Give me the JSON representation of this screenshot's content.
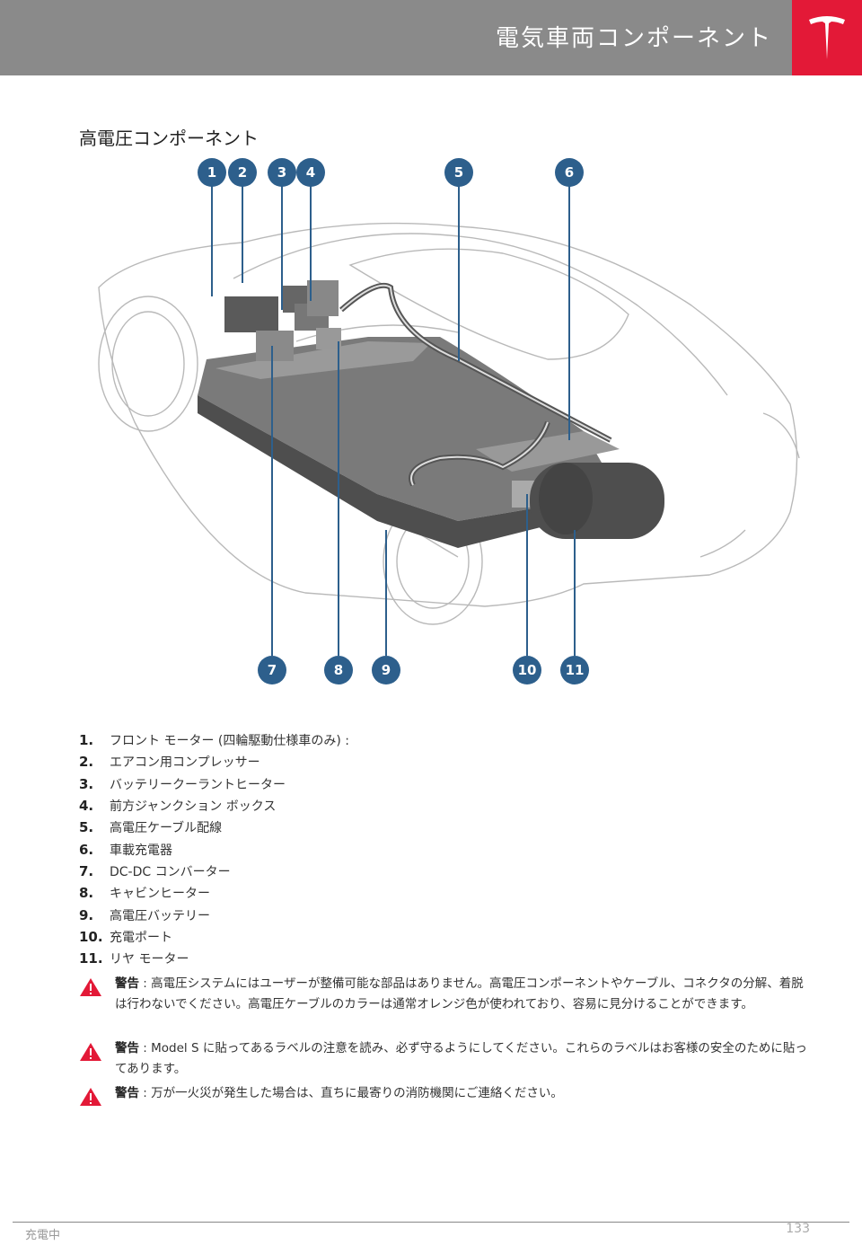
{
  "header": {
    "title": "電気車両コンポーネント",
    "logo": "tesla-logo-icon",
    "accent": "#e31937"
  },
  "section": {
    "title": "高電圧コンポーネント"
  },
  "figure": {
    "badges": [
      "1",
      "2",
      "3",
      "4",
      "5",
      "6",
      "7",
      "8",
      "9",
      "10",
      "11"
    ],
    "badge_color": "#2d5f8c",
    "pack_color": "#6b6b6b"
  },
  "legend": [
    {
      "num": "1.",
      "text": "フロント モーター (四輪駆動仕様車のみ) :"
    },
    {
      "num": "2.",
      "text": "エアコン用コンプレッサー"
    },
    {
      "num": "3.",
      "text": "バッテリークーラントヒーター"
    },
    {
      "num": "4.",
      "text": "前方ジャンクション ボックス"
    },
    {
      "num": "5.",
      "text": "高電圧ケーブル配線"
    },
    {
      "num": "6.",
      "text": "車載充電器"
    },
    {
      "num": "7.",
      "text": "DC-DC コンバーター"
    },
    {
      "num": "8.",
      "text": "キャビンヒーター"
    },
    {
      "num": "9.",
      "text": "高電圧バッテリー"
    },
    {
      "num": "10.",
      "text": "充電ポート"
    },
    {
      "num": "11.",
      "text": "リヤ モーター"
    }
  ],
  "warnings": [
    {
      "label": "警告",
      "sep": " : ",
      "text": "高電圧システムにはユーザーが整備可能な部品はありません。高電圧コンポーネントやケーブル、コネクタの分解、着脱は行わないでください。高電圧ケーブルのカラーは通常オレンジ色が使われており、容易に見分けることができます。"
    },
    {
      "label": "警告",
      "sep": " : ",
      "text": "Model S に貼ってあるラベルの注意を読み、必ず守るようにしてください。これらのラベルはお客様の安全のために貼ってあります。"
    },
    {
      "label": "警告",
      "sep": " : ",
      "text": "万が一火災が発生した場合は、直ちに最寄りの消防機関にご連絡ください。"
    }
  ],
  "footer": {
    "left": "充電中",
    "page": "133"
  }
}
